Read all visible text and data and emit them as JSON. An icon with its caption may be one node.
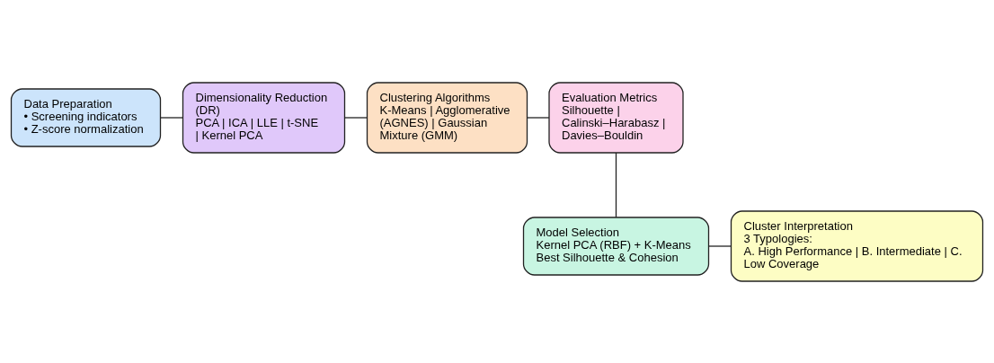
{
  "diagram": {
    "nodes": [
      {
        "text": [
          "Data Preparation",
          "• Screening indicators",
          "• Z-score normalization"
        ]
      },
      {
        "text": [
          "Dimensionality Reduction (DR)",
          "PCA | ICA | LLE | t-SNE | Kernel PCA"
        ]
      },
      {
        "text": [
          "Clustering Algorithms",
          "K-Means | Agglomerative (AGNES) | Gaussian Mixture (GMM)"
        ]
      },
      {
        "text": [
          "Evaluation Metrics",
          "Silhouette | Calinski–Harabasz | Davies–Bouldin"
        ]
      },
      {
        "text": [
          "Cluster Interpretation",
          "3 Typologies:",
          "A. High Performance | B. Intermediate | C. Low Coverage"
        ]
      },
      {
        "text": [
          "Model Selection",
          "Kernel PCA (RBF) + K-Means",
          "Best Silhouette & Cohesion"
        ]
      }
    ],
    "edges": [
      {
        "from": 0,
        "to": 1,
        "arrow": "none"
      },
      {
        "from": 1,
        "to": 2,
        "arrow": "none"
      },
      {
        "from": 2,
        "to": 3,
        "arrow": "none"
      },
      {
        "from": 3,
        "to": 5,
        "arrow": "none"
      },
      {
        "from": 5,
        "to": 4,
        "arrow": "none"
      }
    ]
  }
}
